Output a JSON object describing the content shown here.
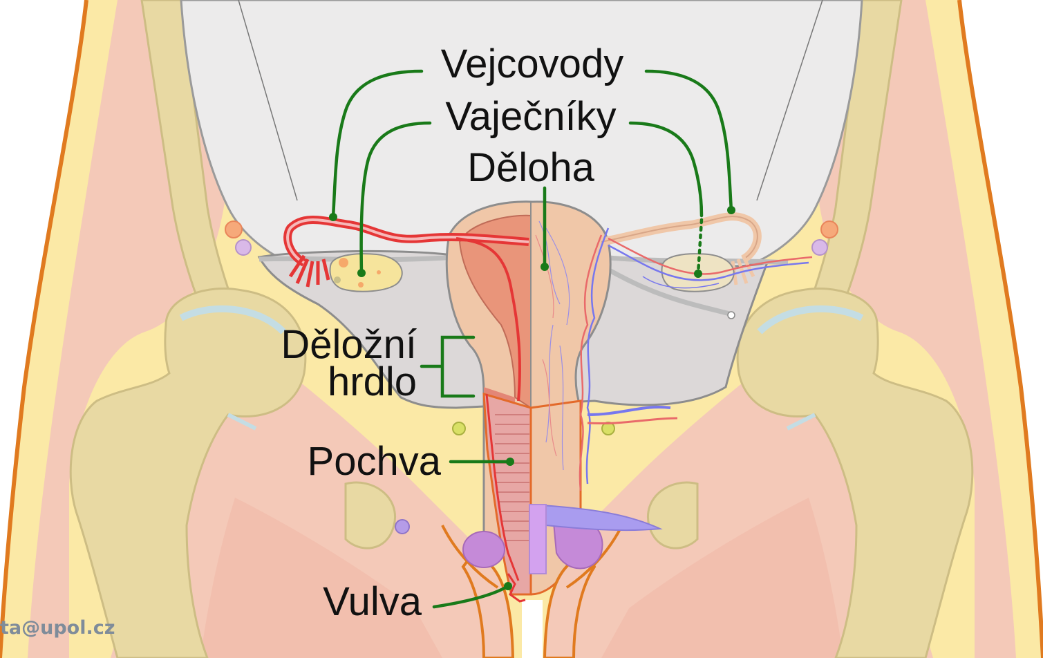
{
  "labels": {
    "vejcovody": "Vejcovody",
    "vajecniky": "Vaječníky",
    "deloha": "Děloha",
    "delozni_line1": "Děložní",
    "delozni_line2": "hrdlo",
    "pochva": "Pochva",
    "vulva": "Vulva"
  },
  "watermark": "ta@upol.cz",
  "colors": {
    "leader_line": "#197a19",
    "bone": "#e8d9a3",
    "fat": "#fbe9a6",
    "muscle": "#f4c9b8",
    "skin_outline": "#e07a1f",
    "peritoneum": "#ecebeb",
    "broad_ligament": "#dcd8d8",
    "uterus_wall": "#f0c7a8",
    "uterus_cavity": "#e9957a",
    "vagina": "#e7a7a5",
    "tube": "#e53636",
    "ovary": "#f6e49c",
    "bladder": "#c58ad8",
    "veins": "#7777ee"
  }
}
